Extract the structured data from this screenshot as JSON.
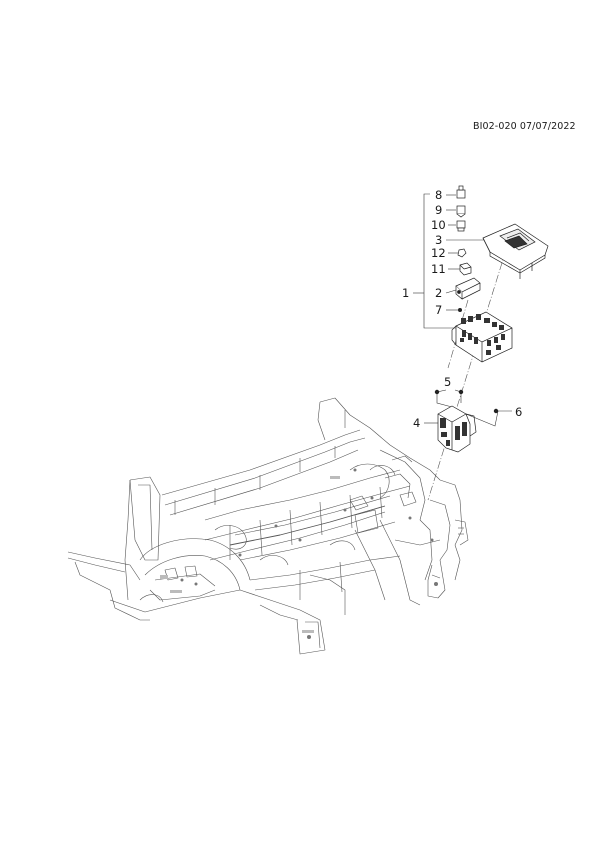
{
  "header": {
    "reference": "BI02-020 07/07/2022"
  },
  "callouts": {
    "c1": "1",
    "c2": "2",
    "c3": "3",
    "c4": "4",
    "c5": "5",
    "c6": "6",
    "c7": "7",
    "c8": "8",
    "c9": "9",
    "c10": "10",
    "c11": "11",
    "c12": "12"
  }
}
